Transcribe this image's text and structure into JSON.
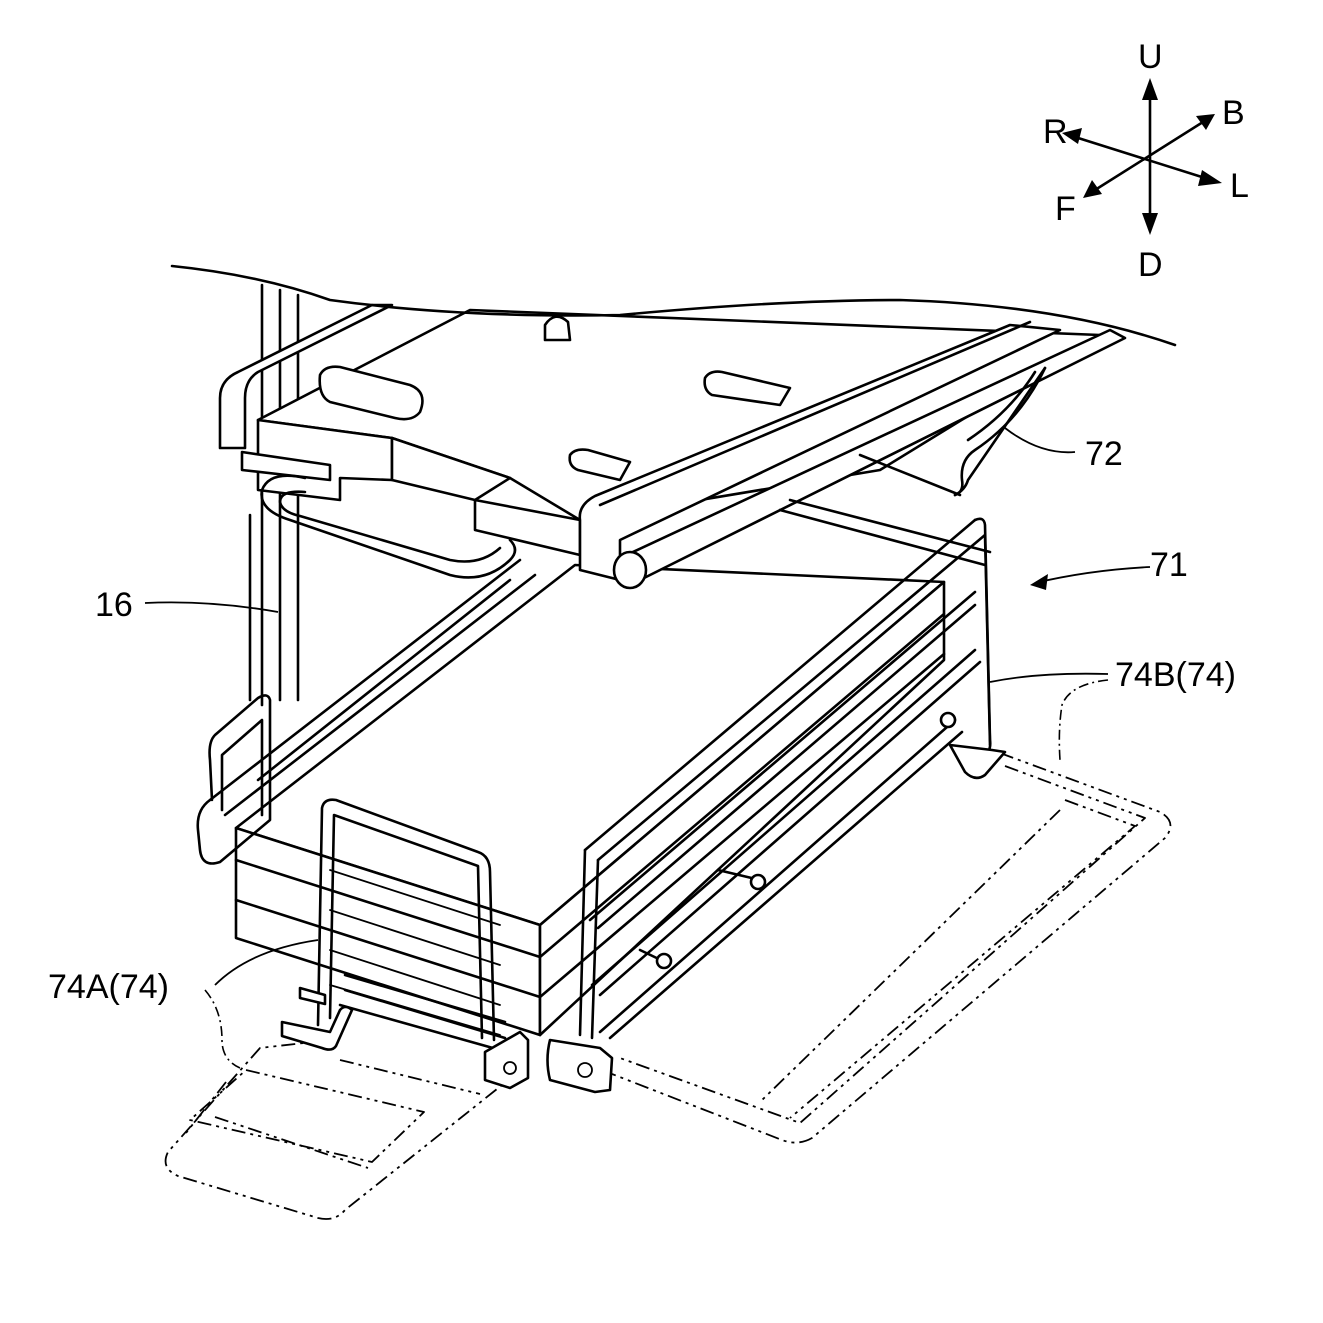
{
  "compass": {
    "up": "U",
    "down": "D",
    "back": "B",
    "front": "F",
    "right": "R",
    "left": "L"
  },
  "labels": {
    "cover": "72",
    "assembly": "71",
    "frame": "16",
    "step_right": "74B(74)",
    "step_left": "74A(74)"
  }
}
